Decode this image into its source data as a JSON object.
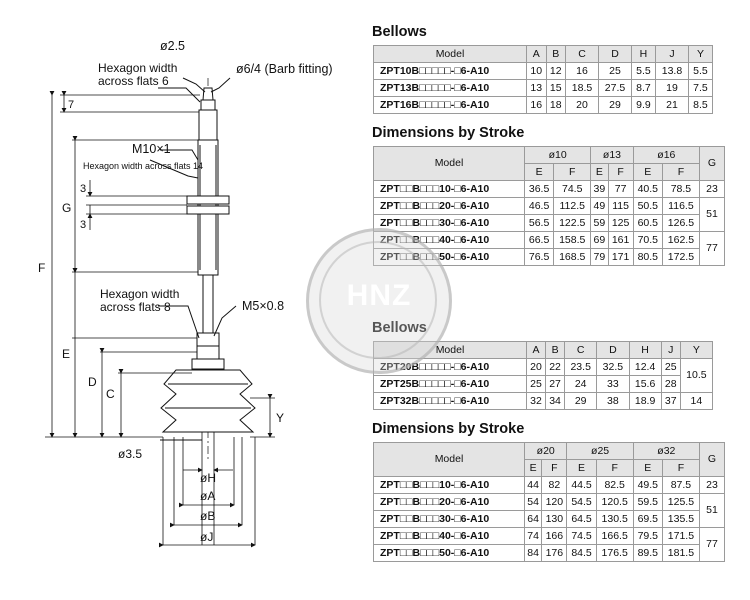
{
  "drawing": {
    "labels": {
      "d25": "ø2.5",
      "hex6_1": "Hexagon width",
      "hex6_2": "across flats 6",
      "barb": "ø6/4 (Barb fitting)",
      "m10": "M10×1",
      "hex14": "Hexagon width across flats 14",
      "hex8_1": "Hexagon width",
      "hex8_2": "across flats 8",
      "m5": "M5×0.8",
      "d35": "ø3.5",
      "n7": "7",
      "n3a": "3",
      "n3b": "3",
      "G": "G",
      "F": "F",
      "E": "E",
      "D": "D",
      "C": "C",
      "Y": "Y",
      "H": "øH",
      "A": "øA",
      "B": "øB",
      "J": "øJ"
    }
  },
  "watermark": {
    "text": "HNZ"
  },
  "tables": [
    {
      "title": "Bellows",
      "type": "simple",
      "headers": [
        "Model",
        "A",
        "B",
        "C",
        "D",
        "H",
        "J",
        "Y"
      ],
      "rows": [
        [
          "ZPT10B□□□□□-□6-A10",
          "10",
          "12",
          "16",
          "25",
          "5.5",
          "13.8",
          "5.5"
        ],
        [
          "ZPT13B□□□□□-□6-A10",
          "13",
          "15",
          "18.5",
          "27.5",
          "8.7",
          "19",
          "7.5"
        ],
        [
          "ZPT16B□□□□□-□6-A10",
          "16",
          "18",
          "20",
          "29",
          "9.9",
          "21",
          "8.5"
        ]
      ]
    },
    {
      "title": "Dimensions by Stroke",
      "type": "stroke",
      "groups": [
        "ø10",
        "ø13",
        "ø16"
      ],
      "sub": [
        "E",
        "F"
      ],
      "model_label": "Model",
      "g_label": "G",
      "rows": [
        {
          "model": "ZPT□□B□□□10-□6-A10",
          "vals": [
            "36.5",
            "74.5",
            "39",
            "77",
            "40.5",
            "78.5"
          ],
          "g": "23"
        },
        {
          "model": "ZPT□□B□□□20-□6-A10",
          "vals": [
            "46.5",
            "112.5",
            "49",
            "115",
            "50.5",
            "116.5"
          ],
          "g": "51"
        },
        {
          "model": "ZPT□□B□□□30-□6-A10",
          "vals": [
            "56.5",
            "122.5",
            "59",
            "125",
            "60.5",
            "126.5"
          ],
          "g": null
        },
        {
          "model": "ZPT□□B□□□40-□6-A10",
          "vals": [
            "66.5",
            "158.5",
            "69",
            "161",
            "70.5",
            "162.5"
          ],
          "g": "77"
        },
        {
          "model": "ZPT□□B□□□50-□6-A10",
          "vals": [
            "76.5",
            "168.5",
            "79",
            "171",
            "80.5",
            "172.5"
          ],
          "g": null
        }
      ],
      "gspans": [
        1,
        2,
        0,
        2,
        0
      ]
    },
    {
      "title": "Bellows",
      "type": "simple2",
      "headers": [
        "Model",
        "A",
        "B",
        "C",
        "D",
        "H",
        "J",
        "Y"
      ],
      "rows": [
        [
          "ZPT20B□□□□□-□6-A10",
          "20",
          "22",
          "23.5",
          "32.5",
          "12.4",
          "25"
        ],
        [
          "ZPT25B□□□□□-□6-A10",
          "25",
          "27",
          "24",
          "33",
          "15.6",
          "28"
        ],
        [
          "ZPT32B□□□□□-□6-A10",
          "32",
          "34",
          "29",
          "38",
          "18.9",
          "37"
        ]
      ],
      "y": [
        "10.5",
        "14"
      ]
    },
    {
      "title": "Dimensions by Stroke",
      "type": "stroke",
      "groups": [
        "ø20",
        "ø25",
        "ø32"
      ],
      "sub": [
        "E",
        "F"
      ],
      "model_label": "Model",
      "g_label": "G",
      "rows": [
        {
          "model": "ZPT□□B□□□10-□6-A10",
          "vals": [
            "44",
            "82",
            "44.5",
            "82.5",
            "49.5",
            "87.5"
          ],
          "g": "23"
        },
        {
          "model": "ZPT□□B□□□20-□6-A10",
          "vals": [
            "54",
            "120",
            "54.5",
            "120.5",
            "59.5",
            "125.5"
          ],
          "g": "51"
        },
        {
          "model": "ZPT□□B□□□30-□6-A10",
          "vals": [
            "64",
            "130",
            "64.5",
            "130.5",
            "69.5",
            "135.5"
          ],
          "g": null
        },
        {
          "model": "ZPT□□B□□□40-□6-A10",
          "vals": [
            "74",
            "166",
            "74.5",
            "166.5",
            "79.5",
            "171.5"
          ],
          "g": "77"
        },
        {
          "model": "ZPT□□B□□□50-□6-A10",
          "vals": [
            "84",
            "176",
            "84.5",
            "176.5",
            "89.5",
            "181.5"
          ],
          "g": null
        }
      ],
      "gspans": [
        1,
        2,
        0,
        2,
        0
      ]
    }
  ]
}
